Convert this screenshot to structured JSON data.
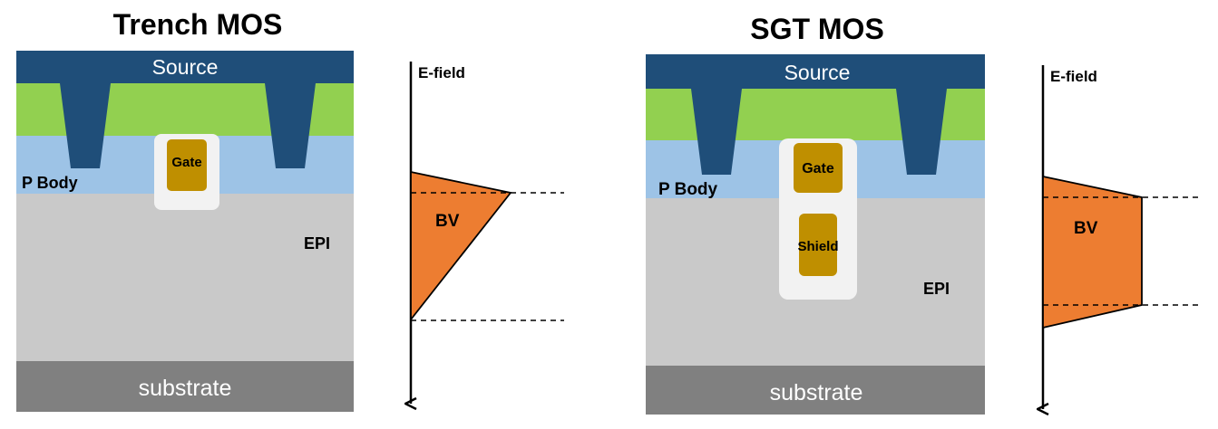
{
  "left": {
    "title": "Trench MOS",
    "source": "Source",
    "gate": "Gate",
    "pbody": "P Body",
    "epi": "EPI",
    "substrate": "substrate",
    "efield": "E-field",
    "bv": "BV"
  },
  "right": {
    "title": "SGT MOS",
    "source": "Source",
    "gate": "Gate",
    "shield": "Shield",
    "pbody": "P Body",
    "epi": "EPI",
    "substrate": "substrate",
    "efield": "E-field",
    "bv": "BV"
  },
  "colors": {
    "source": "#1f4e79",
    "n_plus": "#92d050",
    "p_body": "#9dc3e6",
    "epi": "#c9c9c9",
    "substrate": "#808080",
    "oxide": "#f2f2f2",
    "gate": "#bf8f00",
    "bv_fill": "#ed7d31"
  }
}
